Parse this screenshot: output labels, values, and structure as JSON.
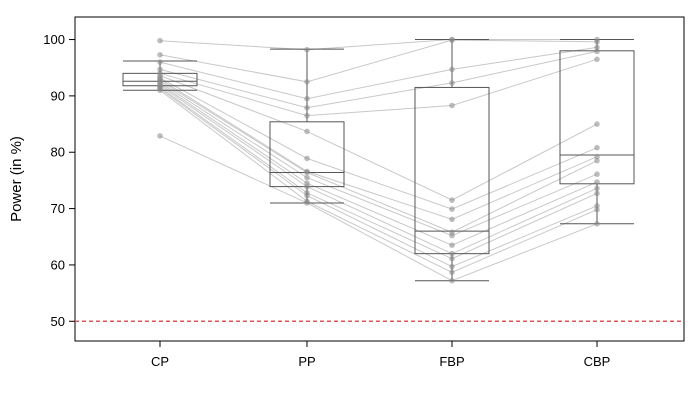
{
  "chart_data": {
    "type": "box-with-paired-lines",
    "title": "",
    "xlabel": "",
    "ylabel": "Power (in %)",
    "categories": [
      "CP",
      "PP",
      "FBP",
      "CBP"
    ],
    "ylim": [
      46.5,
      104
    ],
    "y_ticks": [
      50,
      60,
      70,
      80,
      90,
      100
    ],
    "grid": false,
    "legend": "none",
    "reference_line": {
      "y": 50,
      "style": "dashed",
      "color": "#e05555"
    },
    "colors": {
      "box": "#555555",
      "points": "#888888",
      "lines": "#c8c8c8"
    },
    "boxes": [
      {
        "category": "CP",
        "whisker_low": 91.0,
        "q1": 91.8,
        "median": 92.6,
        "q3": 94.0,
        "whisker_high": 96.2
      },
      {
        "category": "PP",
        "whisker_low": 71.0,
        "q1": 73.9,
        "median": 76.4,
        "q3": 85.4,
        "whisker_high": 98.3
      },
      {
        "category": "FBP",
        "whisker_low": 57.2,
        "q1": 62.0,
        "median": 66.0,
        "q3": 91.5,
        "whisker_high": 100.0
      },
      {
        "category": "CBP",
        "whisker_low": 67.3,
        "q1": 74.4,
        "median": 79.5,
        "q3": 98.0,
        "whisker_high": 100.0
      }
    ],
    "series": [
      {
        "values": [
          99.8,
          98.2,
          100.0,
          100.0
        ]
      },
      {
        "values": [
          97.3,
          92.5,
          99.9,
          99.6
        ]
      },
      {
        "values": [
          96.0,
          89.5,
          94.7,
          98.6
        ]
      },
      {
        "values": [
          94.7,
          87.9,
          92.3,
          97.9
        ]
      },
      {
        "values": [
          94.0,
          86.5,
          88.3,
          96.5
        ]
      },
      {
        "values": [
          93.6,
          83.7,
          71.5,
          85.0
        ]
      },
      {
        "values": [
          93.2,
          78.9,
          69.9,
          80.8
        ]
      },
      {
        "values": [
          93.0,
          76.6,
          68.1,
          79.2
        ]
      },
      {
        "values": [
          92.7,
          76.4,
          65.8,
          78.5
        ]
      },
      {
        "values": [
          92.4,
          75.5,
          65.2,
          76.1
        ]
      },
      {
        "values": [
          92.1,
          74.5,
          63.5,
          74.7
        ]
      },
      {
        "values": [
          91.8,
          73.9,
          62.0,
          73.6
        ]
      },
      {
        "values": [
          91.5,
          72.8,
          61.1,
          72.7
        ]
      },
      {
        "values": [
          91.3,
          72.3,
          59.7,
          70.5
        ]
      },
      {
        "values": [
          91.0,
          71.3,
          58.7,
          69.8
        ]
      },
      {
        "values": [
          82.9,
          71.0,
          57.2,
          67.3
        ]
      }
    ]
  }
}
